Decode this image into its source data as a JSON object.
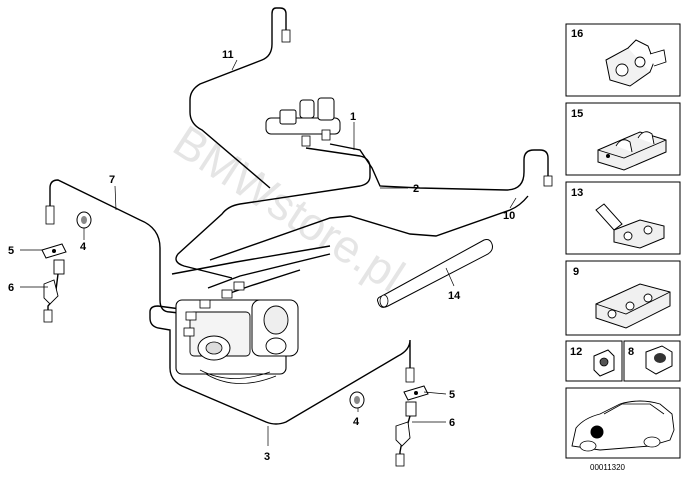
{
  "watermark": "BMWstore.pl",
  "reference_number": "00011320",
  "callouts": {
    "c1": "1",
    "c2": "2",
    "c3": "3",
    "c4a": "4",
    "c4b": "4",
    "c5a": "5",
    "c5b": "5",
    "c6a": "6",
    "c6b": "6",
    "c7": "7",
    "c10": "10",
    "c11": "11",
    "c14": "14"
  },
  "side_panels": {
    "p16": "16",
    "p15": "15",
    "p13": "13",
    "p9": "9",
    "p12": "12",
    "p8": "8"
  }
}
